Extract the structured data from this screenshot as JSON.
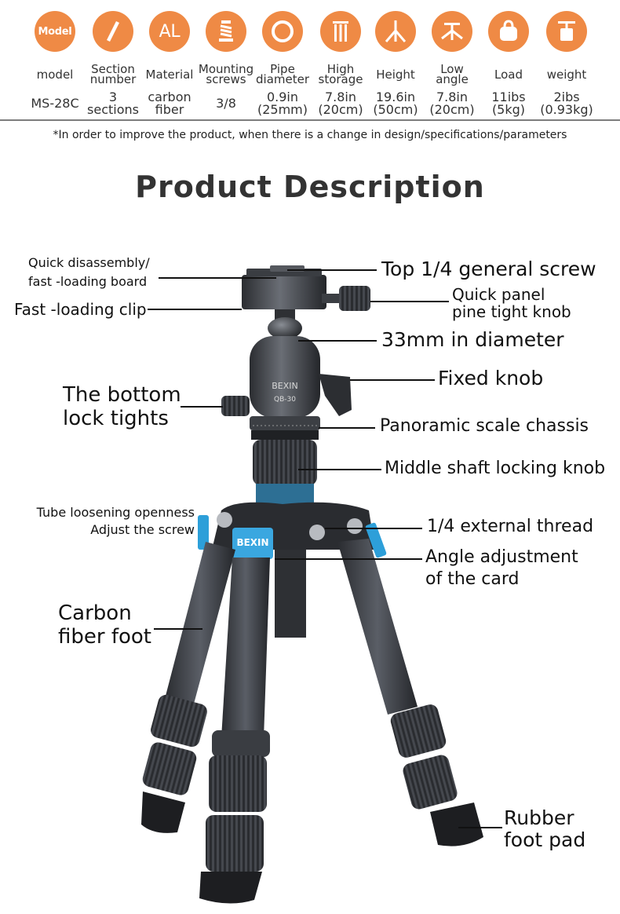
{
  "colors": {
    "accent": "#ef8a45",
    "rule": "#7d7d7d",
    "text": "#222222"
  },
  "specs": [
    {
      "icon": "model-badge-icon",
      "icon_text": "Model",
      "label": "model",
      "value": "MS-28C"
    },
    {
      "icon": "section-tube-icon",
      "icon_text": "",
      "label": "Section\nnumber",
      "value": "3\nsections"
    },
    {
      "icon": "aluminium-al-icon",
      "icon_text": "AL",
      "label": "Material",
      "value": "carbon\nfiber"
    },
    {
      "icon": "mounting-screw-icon",
      "icon_text": "",
      "label": "Mounting\nscrews",
      "value": "3/8"
    },
    {
      "icon": "pipe-diameter-icon",
      "icon_text": "",
      "label": "Pipe\ndiameter",
      "value": "0.9in\n(25mm)"
    },
    {
      "icon": "folded-storage-icon",
      "icon_text": "",
      "label": "High\nstorage",
      "value": "7.8in\n(20cm)"
    },
    {
      "icon": "tripod-height-icon",
      "icon_text": "",
      "label": "Height",
      "value": "19.6in\n(50cm)"
    },
    {
      "icon": "low-angle-tripod-icon",
      "icon_text": "",
      "label": "Low\nangle",
      "value": "7.8in\n(20cm)"
    },
    {
      "icon": "load-weight-icon",
      "icon_text": "",
      "label": "Load",
      "value": "11ibs\n(5kg)"
    },
    {
      "icon": "scale-weight-icon",
      "icon_text": "",
      "label": "weight",
      "value": "2ibs\n(0.93kg)"
    }
  ],
  "note": "*In order to improve the product, when there is a change in design/specifications/parameters",
  "heading": "Product Description",
  "product": {
    "brand": "BEXIN",
    "model_mark": "QB-30",
    "clamp_badge": "BEXIN"
  },
  "callouts": {
    "quick_disassembly": "Quick disassembly/\nfast -loading board",
    "fast_loading_clip": "Fast -loading clip",
    "top_screw": "Top 1/4 general screw",
    "quick_panel_knob": "Quick panel\npine tight knob",
    "diameter": "33mm in diameter",
    "fixed_knob": "Fixed knob",
    "bottom_lock": "The bottom\nlock tights",
    "panoramic": "Panoramic scale chassis",
    "middle_shaft": "Middle shaft locking knob",
    "tube_loosening": "Tube loosening openness\nAdjust the screw",
    "external_thread": "1/4 external thread",
    "angle_card": "Angle adjustment\nof the card",
    "carbon_foot": "Carbon\nfiber foot",
    "rubber_pad": "Rubber\nfoot pad"
  }
}
